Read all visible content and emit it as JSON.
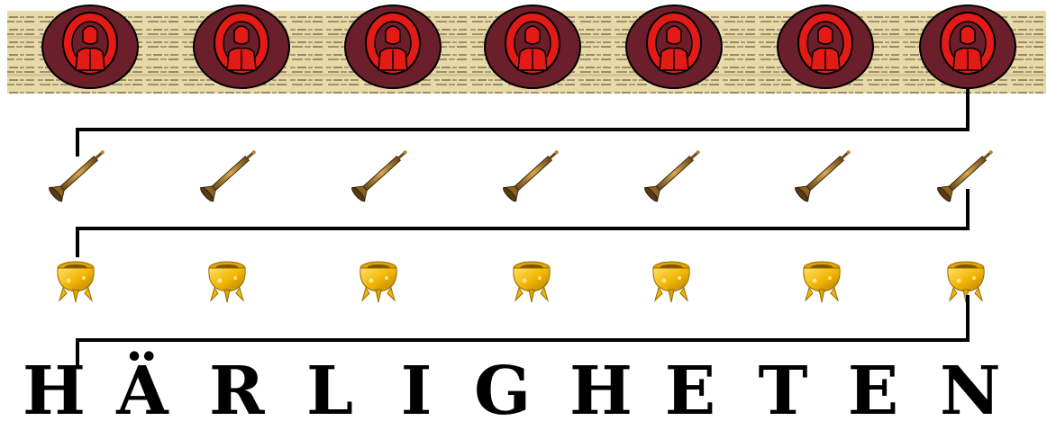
{
  "title_word": {
    "letters": [
      "H",
      "Ä",
      "R",
      "L",
      "I",
      "G",
      "H",
      "E",
      "T",
      "E",
      "N"
    ]
  },
  "rows": {
    "figures": {
      "count": 7,
      "icon": "hooded-figure-icon",
      "colors": {
        "outer": "#6B1F2A",
        "inner": "#E31B17",
        "stroke": "#000000"
      }
    },
    "trumpets": {
      "count": 7,
      "icon": "trumpet-icon",
      "colors": {
        "brass": "#B8862E",
        "dark": "#4A3317"
      }
    },
    "bowls": {
      "count": 7,
      "icon": "golden-bowl-icon",
      "colors": {
        "gold": "#F2B705",
        "shade": "#C98A00"
      }
    }
  },
  "background": {
    "scroll_color": "#E8D9A8",
    "connector_color": "#000000"
  }
}
